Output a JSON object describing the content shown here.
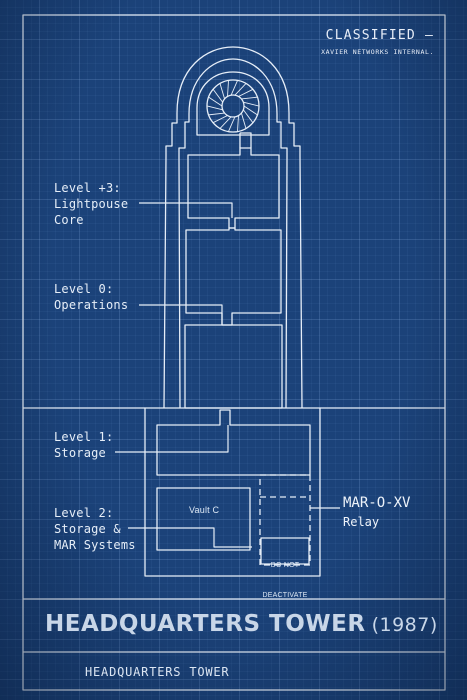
{
  "header": {
    "classified": "CLASSIFIED –",
    "classified_sub": "XAVIER NETWORKS INTERNAL."
  },
  "levels": [
    {
      "label": "Level +3:\nLightpouse\nCore"
    },
    {
      "label": "Level 0:\nOperations"
    },
    {
      "label": "Level 1:\nStorage"
    },
    {
      "label": "Level 2:\nStorage &\nMAR Systems"
    }
  ],
  "vault": {
    "label": "Vault C"
  },
  "warning": {
    "line1": "DO NOT",
    "line2": "DEACTIVATE"
  },
  "relay": {
    "name": "MAR-O-XV",
    "sub": "Relay"
  },
  "title": {
    "main": "HEADQUARTERS TOWER",
    "year": "(1987)"
  },
  "footer": {
    "text": "HEADQUARTERS TOWER"
  },
  "colors": {
    "background": "#1b4279",
    "lines": "#e6eef8"
  }
}
